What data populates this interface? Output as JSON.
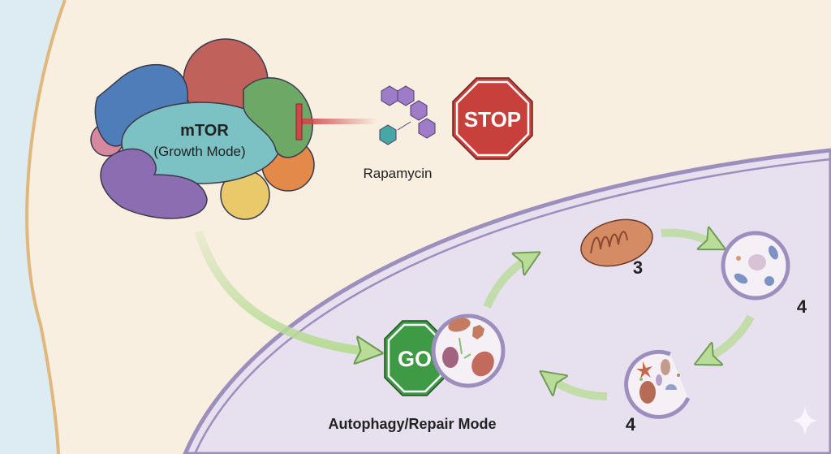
{
  "labels": {
    "mtor_title": "mTOR",
    "mtor_subtitle": "(Growth Mode)",
    "drug": "Rapamycin",
    "stop_sign": "STOP",
    "go_sign": "GO",
    "mode_label": "Autophagy/Repair Mode",
    "step_mitochondrion": "3",
    "step_vesicle_top": "4",
    "step_vesicle_bottom": "4"
  },
  "colors": {
    "cytoplasm": "#f8efe0",
    "nucleus": "#e6e0ef",
    "membrane": "#9d8fbd",
    "cell_membrane": "#e0b77c",
    "arrow": "#b9dc98",
    "stop": "#c8403c",
    "go": "#3f9a45",
    "inhibitor": "#d0474a"
  },
  "icons": [
    "mtor-complex",
    "rapamycin-molecule",
    "stop-sign",
    "go-sign",
    "autophagosome",
    "mitochondrion",
    "lysosome",
    "sparkle-icon"
  ]
}
